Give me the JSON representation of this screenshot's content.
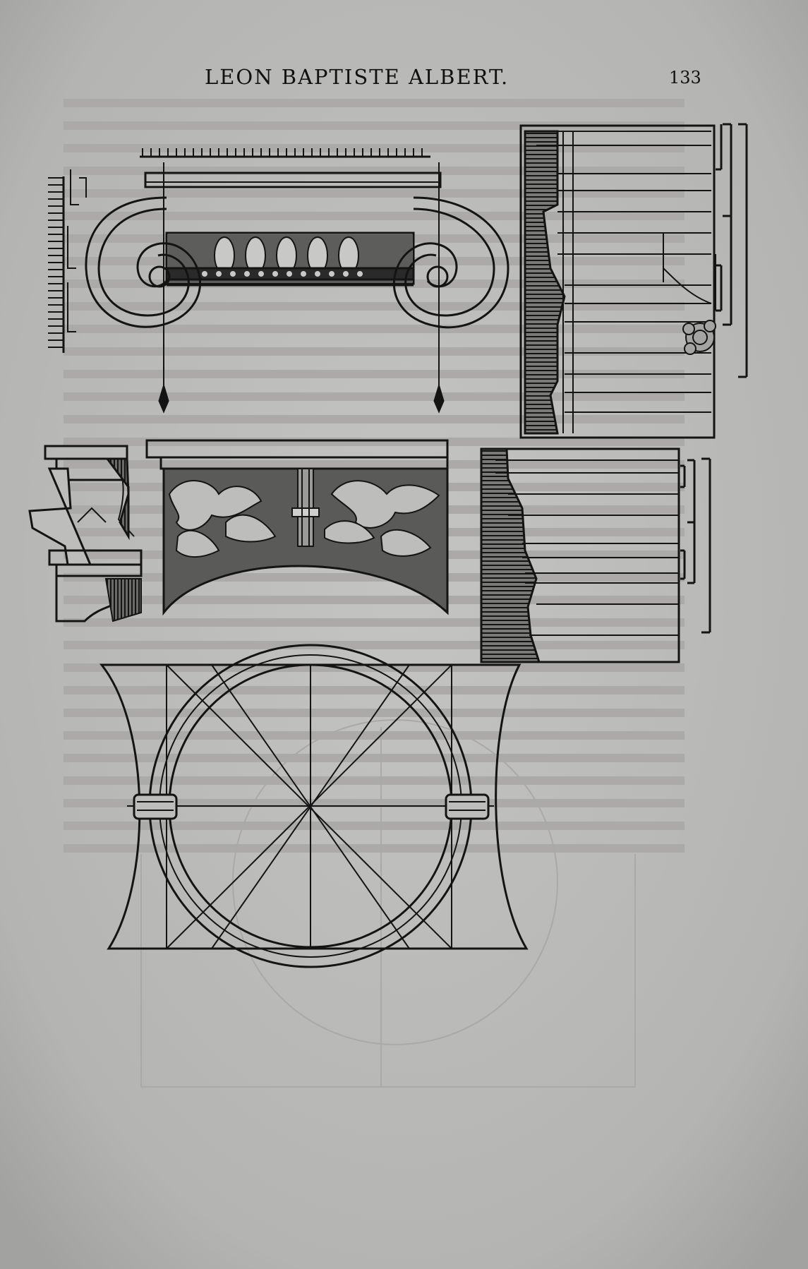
{
  "header": {
    "running_title": "LEON BAPTISTE ALBERT.",
    "page_number": "133"
  },
  "figures": [
    {
      "id": "ionic-volute-elevation",
      "icon": "ionic-capital-elevation-figure"
    },
    {
      "id": "cornice-profile-right",
      "icon": "molding-profile-figure"
    },
    {
      "id": "small-capital-profile-left",
      "icon": "capital-profile-figure"
    },
    {
      "id": "acanthus-capital-elevation",
      "icon": "corinthian-capital-figure"
    },
    {
      "id": "cornice-profile-middle",
      "icon": "molding-profile-figure"
    },
    {
      "id": "capital-plan-circle",
      "icon": "capital-plan-figure"
    }
  ],
  "colors": {
    "paper": "#bdbdbb",
    "ink": "#141414",
    "bleed_through": "#a7a7a5"
  }
}
